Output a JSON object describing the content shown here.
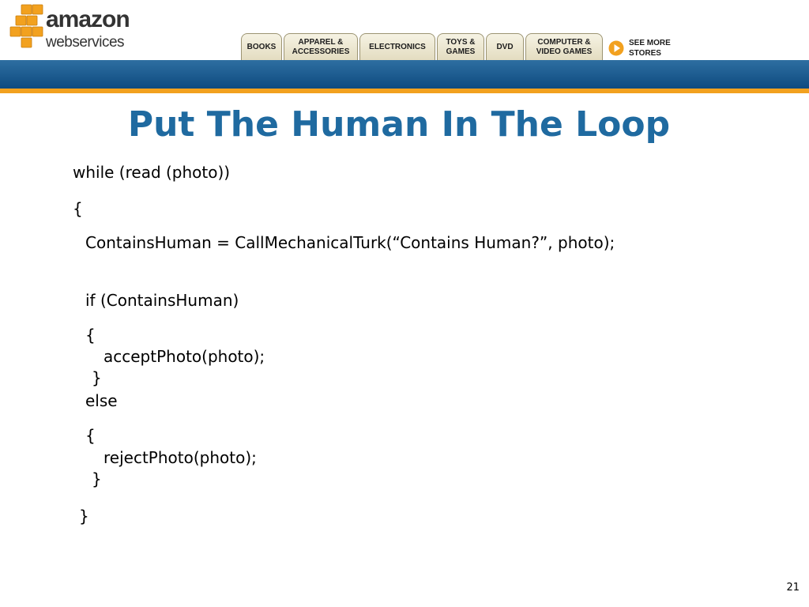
{
  "header": {
    "logo_text_top": "amazon",
    "logo_text_bottom": "webservices",
    "brand_colors": {
      "accent_orange": "#f2a11f",
      "band_blue": "#0e4b80",
      "title_blue": "#1f6aa0"
    },
    "tabs": [
      {
        "label": "BOOKS"
      },
      {
        "label": "APPAREL &\nACCESSORIES"
      },
      {
        "label": "ELECTRONICS"
      },
      {
        "label": "TOYS &\nGAMES"
      },
      {
        "label": "DVD"
      },
      {
        "label": "COMPUTER &\nVIDEO GAMES"
      }
    ],
    "see_more_label": "SEE MORE\nSTORES",
    "see_more_icon": "play-arrow-icon"
  },
  "slide": {
    "title": "Put The Human In The Loop",
    "code_lines": [
      "while (read (photo))",
      "{",
      "ContainsHuman = CallMechanicalTurk(“Contains Human?”, photo);",
      "if (ContainsHuman)",
      "{",
      "acceptPhoto(photo);",
      "}",
      "else",
      "{",
      "rejectPhoto(photo);",
      "}",
      "}"
    ],
    "page_number": "21"
  }
}
